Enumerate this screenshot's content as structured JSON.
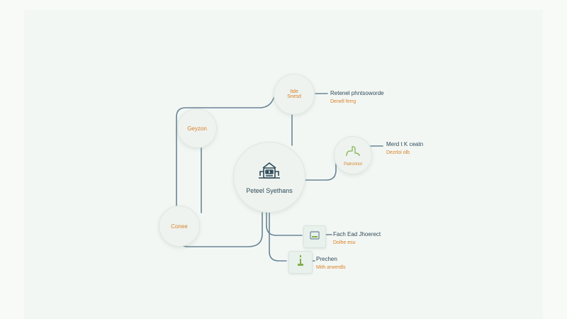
{
  "colors": {
    "background": "#f3f7f4",
    "line": "#6a8596",
    "accent_orange": "#d9822b",
    "accent_green": "#7fb04a",
    "dark_text": "#2f4a58"
  },
  "center": {
    "icon": "robot-icon",
    "label": "Peteel Syethans"
  },
  "nodes": {
    "top": {
      "line1": "Itde",
      "line2": "Snesd"
    },
    "left_upper": {
      "label": "Geyzon"
    },
    "left_lower": {
      "label": "Conee"
    },
    "right": {
      "label": "Patrorinol",
      "icon": "hand-icon"
    }
  },
  "labels": {
    "top": {
      "title": "Retenel phntsoworde",
      "subtitle": "Denell ferrg"
    },
    "right": {
      "title": "Merd t K ceatn",
      "subtitle": "Dezrloi olb"
    },
    "tile1": {
      "title": "Fach Ead Jhoerect",
      "subtitle": "Dolhe esu"
    },
    "tile2": {
      "title": "Prechen",
      "subtitle": "Mith arwerdls"
    }
  },
  "tiles": [
    {
      "icon": "document-icon"
    },
    {
      "icon": "lamp-icon"
    }
  ]
}
